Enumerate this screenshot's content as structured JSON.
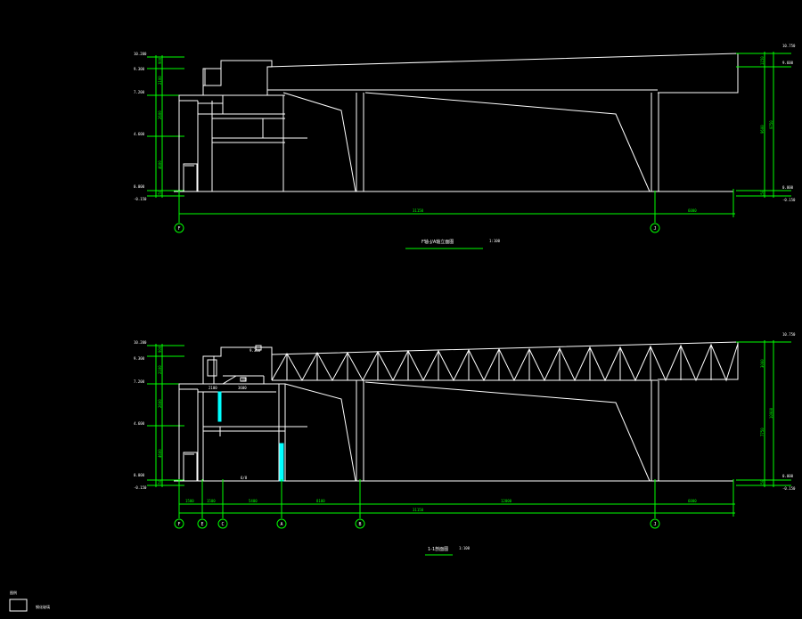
{
  "colors": {
    "background": "#000000",
    "line": "#ffffff",
    "dimension": "#00ff00",
    "highlight": "#00ffff"
  },
  "elevation_top": {
    "title": "F轴-J/A轴立面图",
    "scale": "1:100",
    "levels_left": [
      "10.200",
      "9.300",
      "7.200",
      "4.600",
      "0.000",
      "-0.150"
    ],
    "levels_right": [
      "10.750",
      "9.600",
      "0.000",
      "-0.150"
    ],
    "dims_left": [
      "900",
      "2100",
      "2600",
      "4600",
      "150"
    ],
    "dims_right": [
      "1150",
      "9600",
      "150"
    ],
    "dims_right_total": "9750",
    "bottom_dims": [
      "31150",
      "6000"
    ],
    "axes": [
      "F",
      "J"
    ]
  },
  "section_bottom": {
    "title": "1-1剖面图",
    "scale": "1:100",
    "levels_left": [
      "10.200",
      "9.300",
      "7.200",
      "4.600",
      "0.000",
      "-0.150"
    ],
    "levels_right": [
      "10.750",
      "0.000",
      "-0.150"
    ],
    "dims_left": [
      "900",
      "2100",
      "2600",
      "4600",
      "150"
    ],
    "dims_right": [
      "3000",
      "7750",
      "150"
    ],
    "dims_right_total": "10900",
    "bottom_dims": [
      "1500",
      "1500",
      "5400",
      "8100",
      "12000",
      "6000"
    ],
    "bottom_total": "31150",
    "axes": [
      "F",
      "E",
      "C",
      "A",
      "B",
      "J"
    ],
    "inner_labels": [
      "9.300",
      "UP",
      "6/8",
      "2100",
      "3600"
    ]
  },
  "legend": {
    "small_label": "图例",
    "box_label": "钢化玻璃"
  }
}
